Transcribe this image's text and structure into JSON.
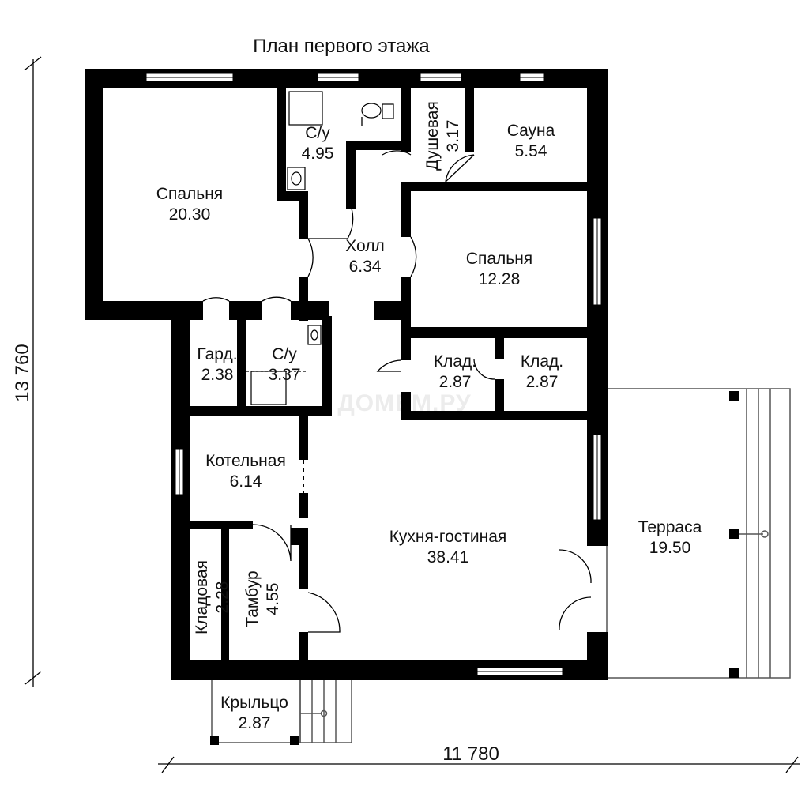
{
  "title": "План первого этажа",
  "watermark": "ДОМЕМ.РУ",
  "dimensions": {
    "width": "11 780",
    "height": "13 760"
  },
  "rooms": {
    "bedroom_main": {
      "name": "Спальня",
      "area": "20.30"
    },
    "bathroom_top": {
      "name": "С/у",
      "area": "4.95"
    },
    "shower": {
      "name": "Душевая",
      "area": "3.17"
    },
    "sauna": {
      "name": "Сауна",
      "area": "5.54"
    },
    "hall": {
      "name": "Холл",
      "area": "6.34"
    },
    "bedroom_second": {
      "name": "Спальня",
      "area": "12.28"
    },
    "wardrobe": {
      "name": "Гард.",
      "area": "2.38"
    },
    "bathroom_small": {
      "name": "С/у",
      "area": "3.37"
    },
    "storage_left": {
      "name": "Клад.",
      "area": "2.87"
    },
    "storage_right": {
      "name": "Клад.",
      "area": "2.87"
    },
    "boiler_room": {
      "name": "Котельная",
      "area": "6.14"
    },
    "kitchen_living": {
      "name": "Кухня-гостиная",
      "area": "38.41"
    },
    "terrace": {
      "name": "Терраса",
      "area": "19.50"
    },
    "pantry": {
      "name": "Кладовая",
      "area": "2.28"
    },
    "vestibule": {
      "name": "Тамбур",
      "area": "4.55"
    },
    "porch": {
      "name": "Крыльцо",
      "area": "2.87"
    }
  }
}
